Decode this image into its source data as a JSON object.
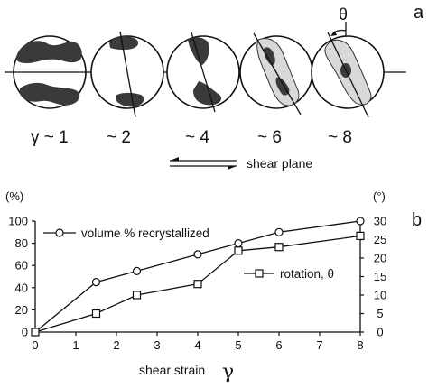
{
  "panel_a": {
    "letter": "a",
    "theta_symbol": "θ",
    "shear_plane_label": "shear plane",
    "circles": [
      {
        "label": "γ ~ 1",
        "rotation_deg": 0
      },
      {
        "label": "~ 2",
        "rotation_deg": 8
      },
      {
        "label": "~ 4",
        "rotation_deg": 10
      },
      {
        "label": "~ 6",
        "rotation_deg": 23
      },
      {
        "label": "~ 8",
        "rotation_deg": 27
      }
    ]
  },
  "panel_b": {
    "letter": "b",
    "y_left_unit": "(%)",
    "y_right_unit": "(°)",
    "x_label": "shear strain",
    "x_label_symbol": "γ"
  },
  "chart_data": {
    "type": "line",
    "x": [
      0,
      1.5,
      2.5,
      4,
      5,
      6,
      8
    ],
    "xlim": [
      0,
      8
    ],
    "x_ticks": [
      "0",
      "1",
      "2",
      "3",
      "4",
      "5",
      "6",
      "7",
      "8"
    ],
    "ylim_left": [
      0,
      100
    ],
    "y_ticks_left": [
      "0",
      "20",
      "40",
      "60",
      "80",
      "100"
    ],
    "ylim_right": [
      0,
      30
    ],
    "y_ticks_right": [
      "0",
      "5",
      "10",
      "15",
      "20",
      "25",
      "30"
    ],
    "legend_placement": "inside, near each series",
    "series": [
      {
        "name": "volume % recrystallized",
        "axis": "left",
        "marker": "circle",
        "values": [
          0,
          45,
          55,
          70,
          80,
          90,
          100
        ]
      },
      {
        "name": "rotation, θ",
        "axis": "right",
        "marker": "square",
        "values": [
          0,
          5,
          10,
          13,
          22,
          23,
          26
        ]
      }
    ]
  }
}
